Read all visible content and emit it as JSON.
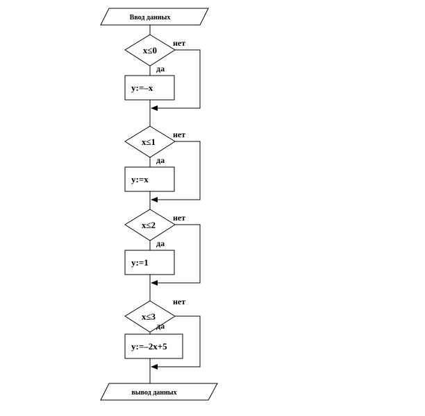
{
  "flowchart": {
    "input_label": "Ввод данных",
    "output_label": "вывод данных",
    "yes_label": "да",
    "no_label": "нет",
    "steps": [
      {
        "condition": "x≤0",
        "action": "y:=–x"
      },
      {
        "condition": "x≤1",
        "action": "y:=x"
      },
      {
        "condition": "x≤2",
        "action": "y:=1"
      },
      {
        "condition": "x≤3",
        "action": "y:=–2x+5"
      }
    ]
  }
}
